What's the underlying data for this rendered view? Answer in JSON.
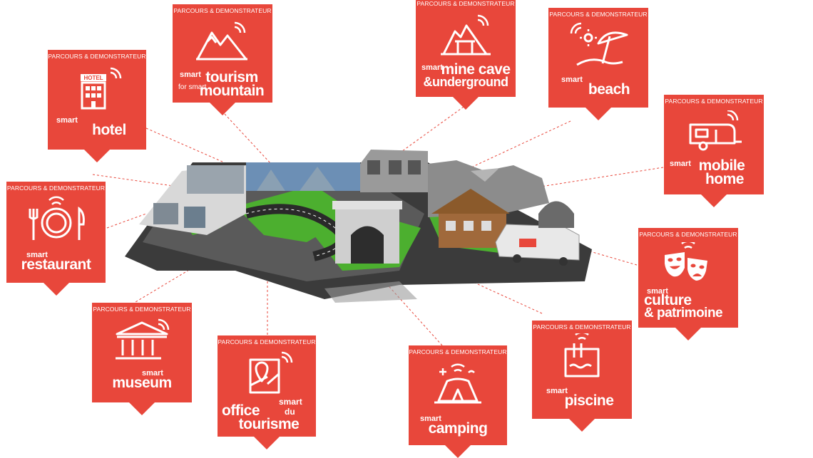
{
  "cards": [
    {
      "id": "mountain",
      "tag": "PARCOURS & DEMONSTRATEUR",
      "line1": "smart",
      "line2": "tourism",
      "line3": "for smart",
      "line4": "mountain",
      "icon": "mountain-icon"
    },
    {
      "id": "hotel",
      "tag": "PARCOURS & DEMONSTRATEUR",
      "line1": "smart",
      "line2": "hotel",
      "sign": "HOTEL",
      "icon": "hotel-icon"
    },
    {
      "id": "mine",
      "tag": "PARCOURS & DEMONSTRATEUR",
      "line1": "smart",
      "line2": "mine cave",
      "line3": "&underground",
      "icon": "mine-cave-icon"
    },
    {
      "id": "beach",
      "tag": "PARCOURS & DEMONSTRATEUR",
      "line1": "smart",
      "line2": "beach",
      "icon": "beach-umbrella-icon"
    },
    {
      "id": "mobile",
      "tag": "PARCOURS & DEMONSTRATEUR",
      "line1": "smart",
      "line2": "mobile",
      "line3": "home",
      "icon": "caravan-icon"
    },
    {
      "id": "restaurant",
      "tag": "PARCOURS & DEMONSTRATEUR",
      "line1": "smart",
      "line2": "restaurant",
      "icon": "restaurant-icon"
    },
    {
      "id": "culture",
      "tag": "PARCOURS & DEMONSTRATEUR",
      "line1": "smart",
      "line2": "culture",
      "line3": "& patrimoine",
      "icon": "theatre-masks-icon"
    },
    {
      "id": "museum",
      "tag": "PARCOURS & DEMONSTRATEUR",
      "line1": "smart",
      "line2": "museum",
      "icon": "museum-icon"
    },
    {
      "id": "office",
      "tag": "PARCOURS & DEMONSTRATEUR",
      "line1": "office",
      "line2": "du",
      "line3": "smart",
      "line4": "tourisme",
      "icon": "map-pin-icon"
    },
    {
      "id": "camping",
      "tag": "PARCOURS & DEMONSTRATEUR",
      "line1": "smart",
      "line2": "camping",
      "icon": "tent-icon"
    },
    {
      "id": "piscine",
      "tag": "PARCOURS & DEMONSTRATEUR",
      "line1": "smart",
      "line2": "piscine",
      "icon": "swimming-pool-icon"
    }
  ],
  "colors": {
    "card": "#e8473b",
    "text": "#ffffff",
    "line": "#e8473b"
  }
}
